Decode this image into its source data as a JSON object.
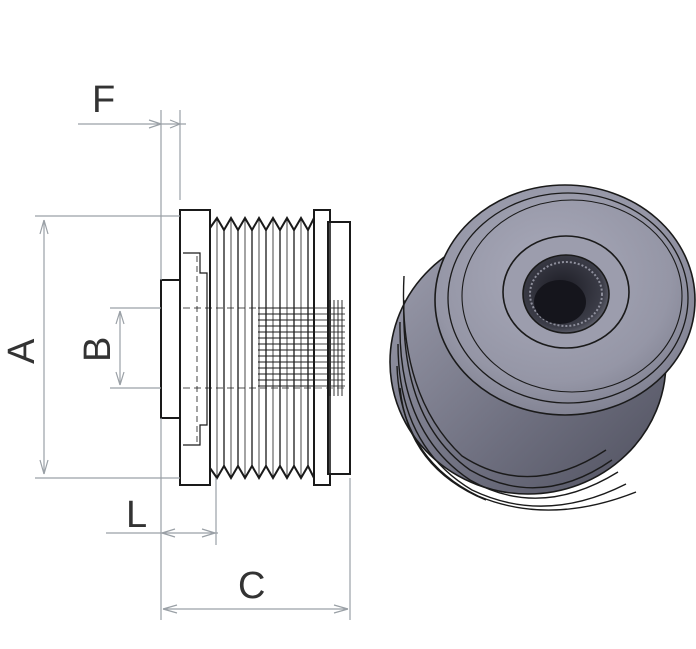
{
  "dimensions": {
    "a": "A",
    "b": "B",
    "c": "C",
    "f": "F",
    "l": "L"
  },
  "colors": {
    "line": "#1a1a1a",
    "dim_line": "#9aa0a6",
    "body_fill": "#8f909f",
    "body_dark": "#5f6070",
    "face_fill": "#9a9bab",
    "hole_fill": "#2a2a33"
  }
}
